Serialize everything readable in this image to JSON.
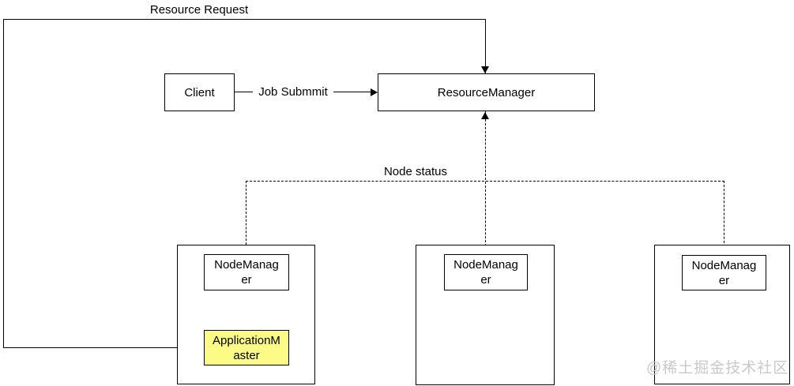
{
  "labels": {
    "resource_request": "Resource Request",
    "job_submit": "Job Submmit",
    "node_status": "Node status"
  },
  "client": {
    "label": "Client"
  },
  "resource_manager": {
    "label": "ResourceManager"
  },
  "nodes": [
    {
      "node_manager_label": "NodeManager",
      "node_manager_lines": [
        "NodeManag",
        "er"
      ],
      "application_master_label": "ApplicationMaster",
      "application_master_lines": [
        "ApplicationM",
        "aster"
      ]
    },
    {
      "node_manager_label": "NodeManager",
      "node_manager_lines": [
        "NodeManag",
        "er"
      ]
    },
    {
      "node_manager_label": "NodeManager",
      "node_manager_lines": [
        "NodeManag",
        "er"
      ]
    }
  ],
  "watermark": "@稀土掘金技术社区",
  "colors": {
    "line": "#000000",
    "application_master_bg": "#FBFB86",
    "watermark": "#C9C9C9",
    "background": "#FFFFFF"
  }
}
